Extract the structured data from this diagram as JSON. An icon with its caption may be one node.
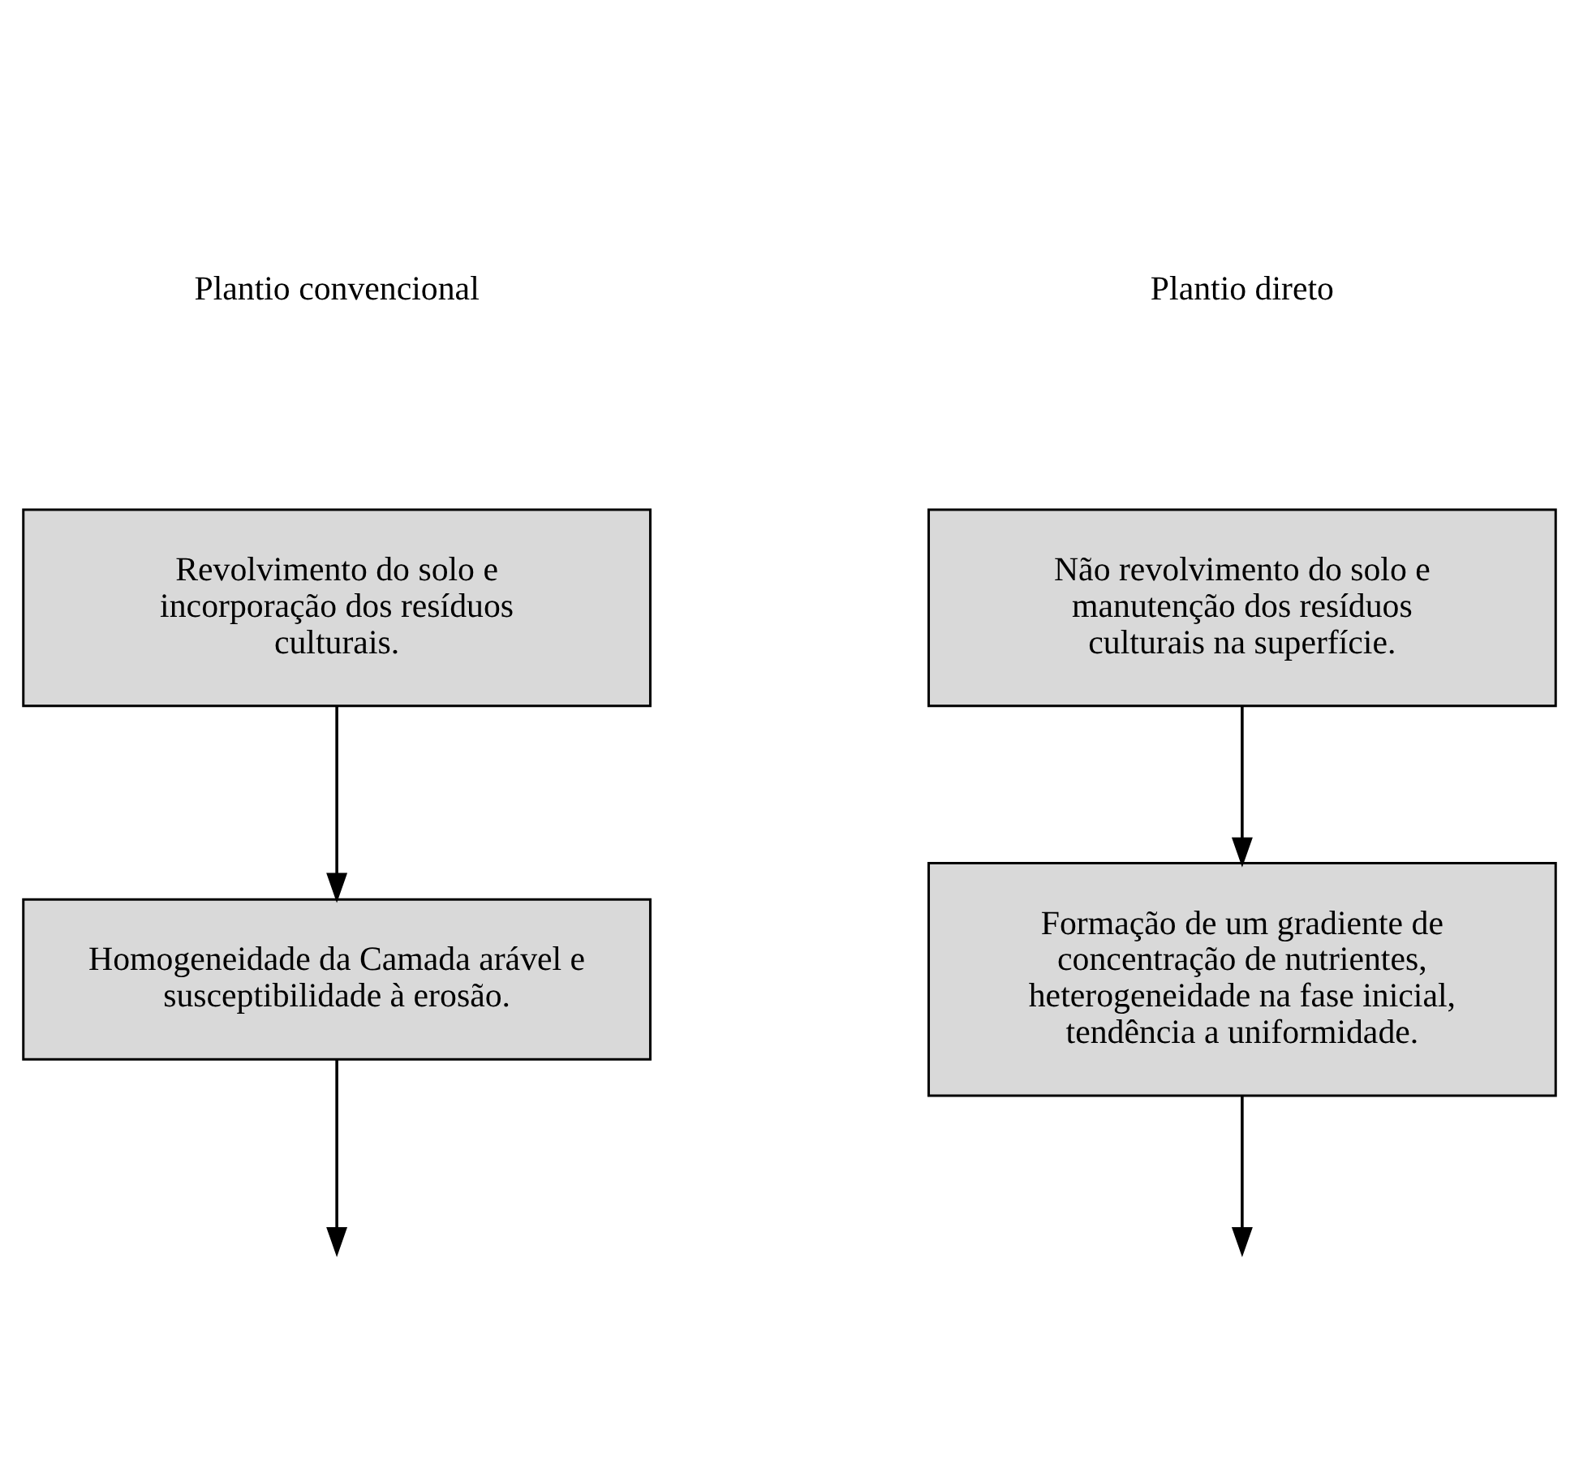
{
  "diagram": {
    "nodes": [
      {
        "text": [
          "Revolvimento do solo e incorporação dos resíduos culturais."
        ]
      },
      {
        "text": [
          "Não revolvimento do solo e manutenção dos resíduos culturais na superfície."
        ]
      },
      {
        "text": [
          "Homogeneidade da Camada arável e susceptibilidade à erosão."
        ]
      },
      {
        "text": [
          "Formação de um gradiente de concentração de nutrientes, heterogeneidade na fase inicial, tendência a uniformidade."
        ]
      }
    ],
    "edges": [
      {
        "from": 0,
        "to": 2,
        "arrow": "to"
      },
      {
        "from": 1,
        "to": 3,
        "arrow": "to"
      },
      {
        "from": 2,
        "to": null,
        "arrow": "to"
      },
      {
        "from": 3,
        "to": null,
        "arrow": "to"
      }
    ],
    "labels": [
      "Plantio convencional",
      "Plantio direto"
    ]
  }
}
